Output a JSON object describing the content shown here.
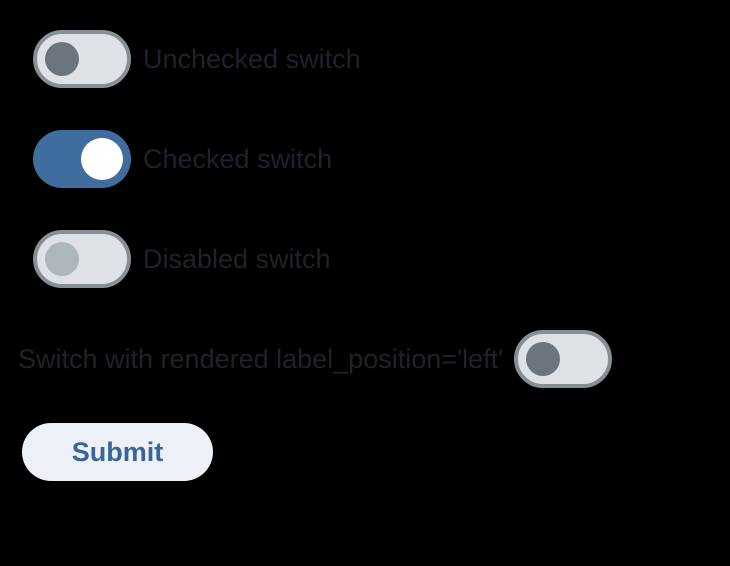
{
  "page": {
    "background_color": "#000000"
  },
  "colors": {
    "switch_track_off": "#dee2e6",
    "switch_track_border": "#868e96",
    "switch_track_on": "#3f6d9e",
    "knob_off": "#6c757d",
    "knob_disabled": "#adb5bd",
    "knob_on": "#ffffff",
    "label_text": "#1d222b",
    "button_background": "#eef0f8",
    "button_text": "#3a659a"
  },
  "switches": [
    {
      "name": "unchecked-switch",
      "label": "Unchecked switch",
      "checked": false,
      "disabled": false,
      "label_position": "right"
    },
    {
      "name": "checked-switch",
      "label": "Checked switch",
      "checked": true,
      "disabled": false,
      "label_position": "right"
    },
    {
      "name": "disabled-switch",
      "label": "Disabled switch",
      "checked": false,
      "disabled": true,
      "label_position": "right"
    },
    {
      "name": "label-left-switch",
      "label": "Switch with rendered label_position='left'",
      "checked": false,
      "disabled": false,
      "label_position": "left"
    }
  ],
  "form": {
    "submit_label": "Submit"
  }
}
